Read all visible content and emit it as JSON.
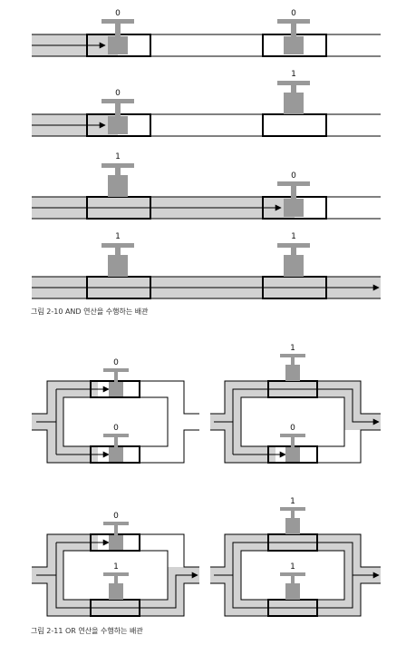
{
  "figures": {
    "and": {
      "caption": "그림 2-10 AND 연산을 수행하는 배관",
      "rows": [
        {
          "left": {
            "value": "0"
          },
          "right": {
            "value": "0"
          }
        },
        {
          "left": {
            "value": "0"
          },
          "right": {
            "value": "1"
          }
        },
        {
          "left": {
            "value": "1"
          },
          "right": {
            "value": "0"
          }
        },
        {
          "left": {
            "value": "1"
          },
          "right": {
            "value": "1"
          }
        }
      ]
    },
    "or": {
      "caption": "그림 2-11 OR 연산을 수행하는 배관",
      "panels": [
        {
          "top": {
            "value": "0"
          },
          "bottom": {
            "value": "0"
          }
        },
        {
          "top": {
            "value": "1"
          },
          "bottom": {
            "value": "0"
          }
        },
        {
          "top": {
            "value": "0"
          },
          "bottom": {
            "value": "1"
          }
        },
        {
          "top": {
            "value": "1"
          },
          "bottom": {
            "value": "1"
          }
        }
      ]
    }
  },
  "colors": {
    "flow": "#d2d2d2",
    "valve": "#999999",
    "line": "#000000"
  }
}
